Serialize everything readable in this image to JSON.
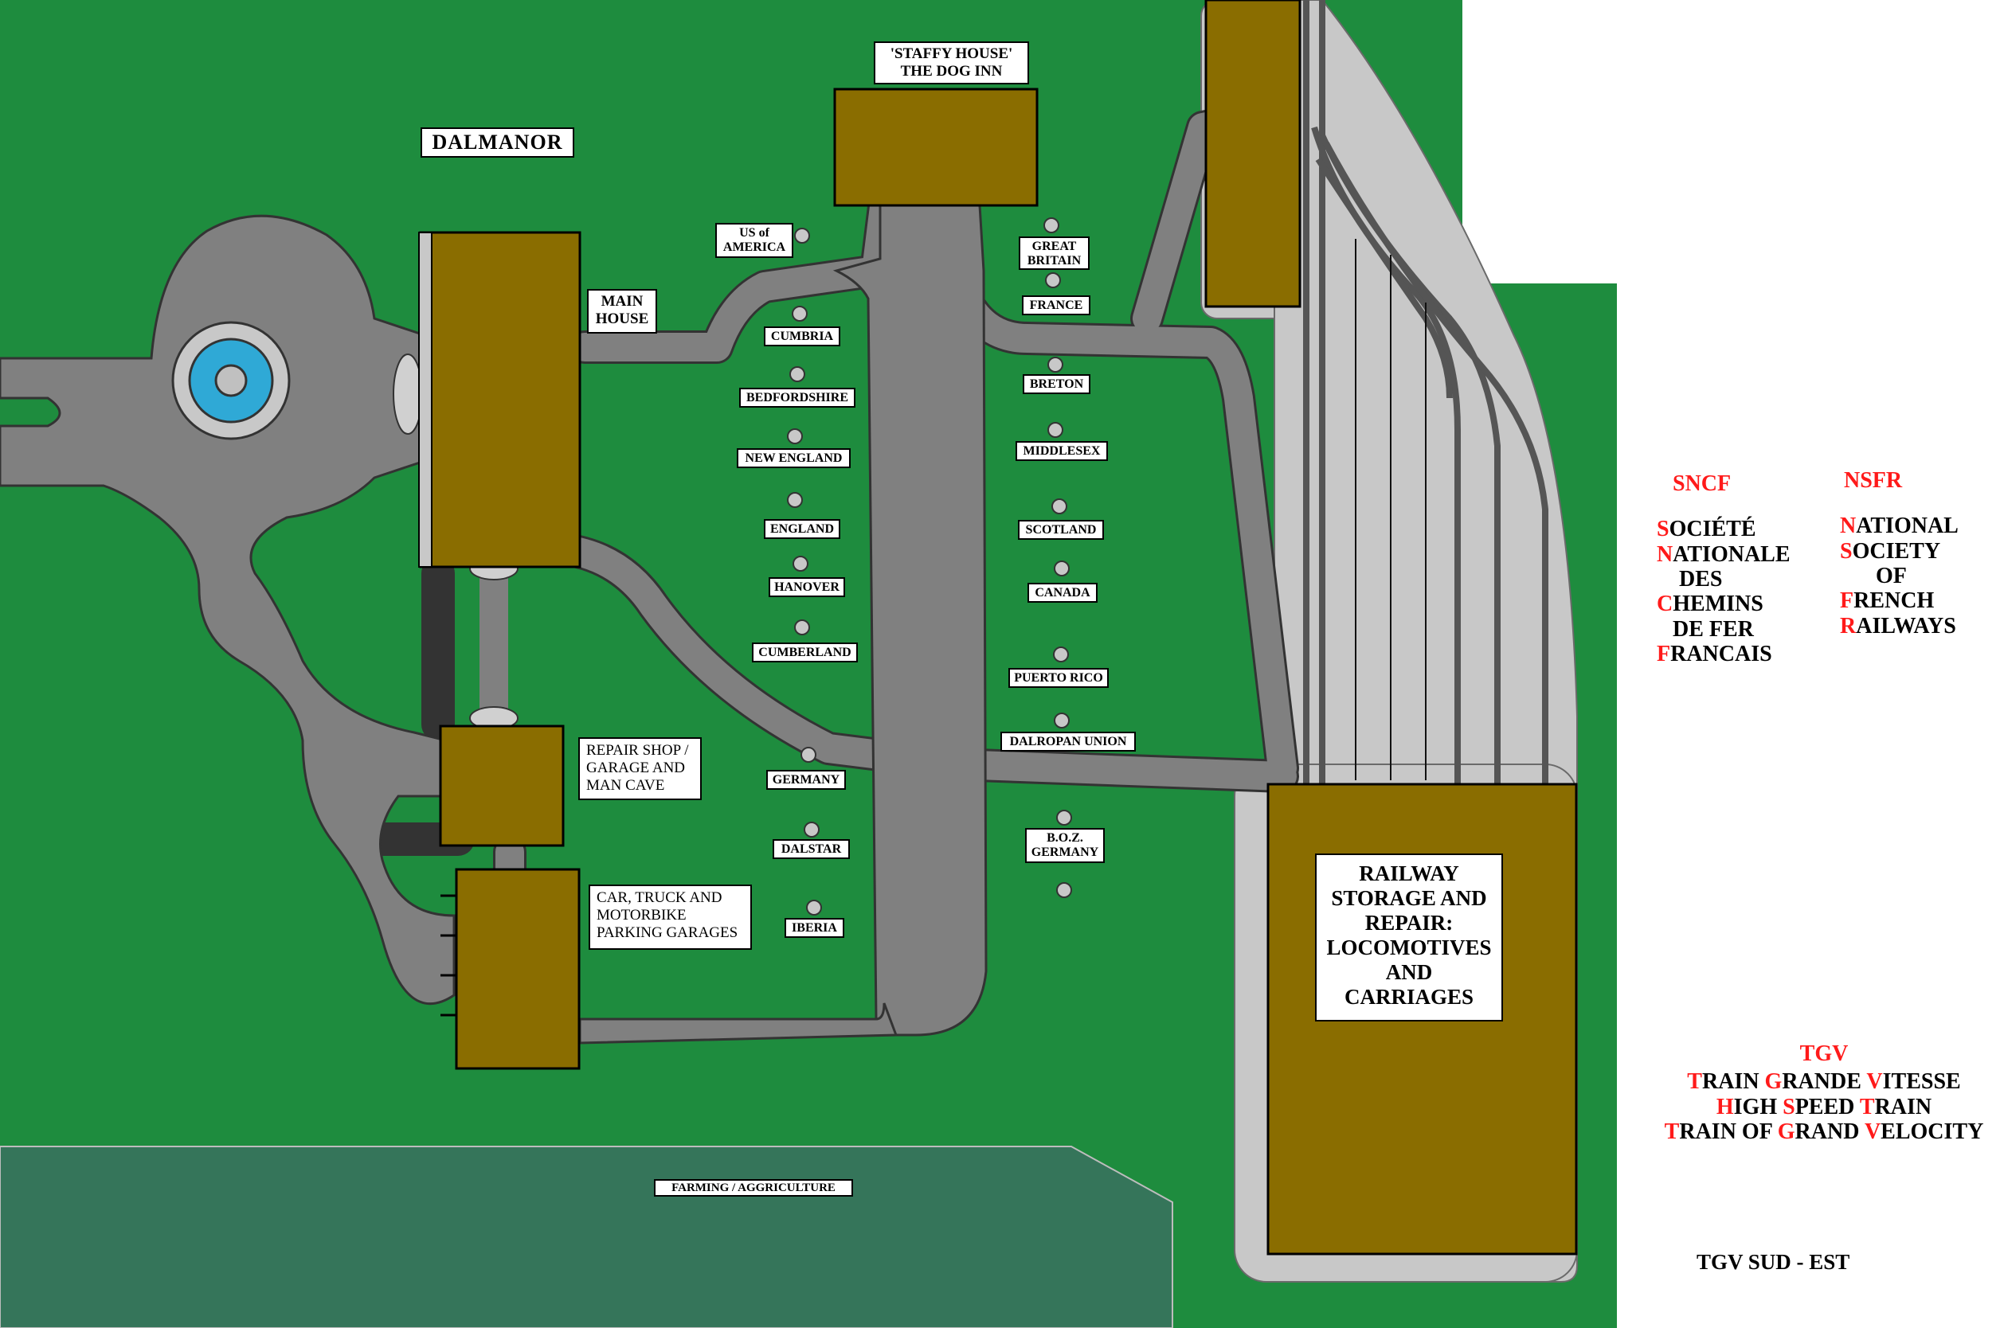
{
  "estate_title": "DALMANOR",
  "buildings": {
    "dog_inn": "'STAFFY HOUSE'\nTHE DOG INN",
    "main_house": "MAIN\nHOUSE",
    "repair_shop": "REPAIR SHOP /\nGARAGE AND\nMAN CAVE",
    "parking": "CAR, TRUCK AND\nMOTORBIKE\nPARKING GARAGES",
    "railway_depot": "RAILWAY\nSTORAGE AND\nREPAIR:\nLOCOMOTIVES\nAND\nCARRIAGES",
    "farming": "FARMING / AGGRICULTURE"
  },
  "kennels_left": [
    "US of\nAMERICA",
    "CUMBRIA",
    "BEDFORDSHIRE",
    "NEW ENGLAND",
    "ENGLAND",
    "HANOVER",
    "CUMBERLAND",
    "GERMANY",
    "DALSTAR",
    "IBERIA"
  ],
  "kennels_right": [
    "GREAT\nBRITAIN",
    "FRANCE",
    "BRETON",
    "MIDDLESEX",
    "SCOTLAND",
    "CANADA",
    "PUERTO RICO",
    "DALROPAN UNION",
    "B.O.Z.\nGERMANY"
  ],
  "legend": {
    "sncf": {
      "title": "SNCF",
      "lines": [
        {
          "initial": "S",
          "rest": "OCIÉTÉ"
        },
        {
          "initial": "N",
          "rest": "ATIONALE"
        },
        {
          "initial": "",
          "rest": "DES"
        },
        {
          "initial": "C",
          "rest": "HEMINS"
        },
        {
          "initial": "",
          "rest": "DE FER"
        },
        {
          "initial": "F",
          "rest": "RANCAIS"
        }
      ]
    },
    "nsfr": {
      "title": "NSFR",
      "lines": [
        {
          "initial": "N",
          "rest": "ATIONAL"
        },
        {
          "initial": "S",
          "rest": "OCIETY"
        },
        {
          "initial": "",
          "rest": "OF"
        },
        {
          "initial": "F",
          "rest": "RENCH"
        },
        {
          "initial": "R",
          "rest": "AILWAYS"
        }
      ]
    },
    "tgv": {
      "title": "TGV",
      "line1": [
        {
          "r": "T",
          "b": "RAIN "
        },
        {
          "r": "G",
          "b": "RANDE "
        },
        {
          "r": "V",
          "b": "ITESSE"
        }
      ],
      "line2": [
        {
          "r": "H",
          "b": "IGH "
        },
        {
          "r": "S",
          "b": "PEED "
        },
        {
          "r": "T",
          "b": "RAIN"
        }
      ],
      "line3": [
        {
          "r": "T",
          "b": "RAIN OF "
        },
        {
          "r": "G",
          "b": "RAND "
        },
        {
          "r": "V",
          "b": "ELOCITY"
        }
      ]
    },
    "tgv_line": "TGV SUD - EST"
  },
  "colors": {
    "grass": "#1e8c3e",
    "road": "#808080",
    "road_edge": "#333333",
    "building": "#8a6d00",
    "rail_bed": "#c8c8c8",
    "farm": "#35755a",
    "fountain": "#2fa9d6",
    "legend_red": "#ff1a1a"
  }
}
